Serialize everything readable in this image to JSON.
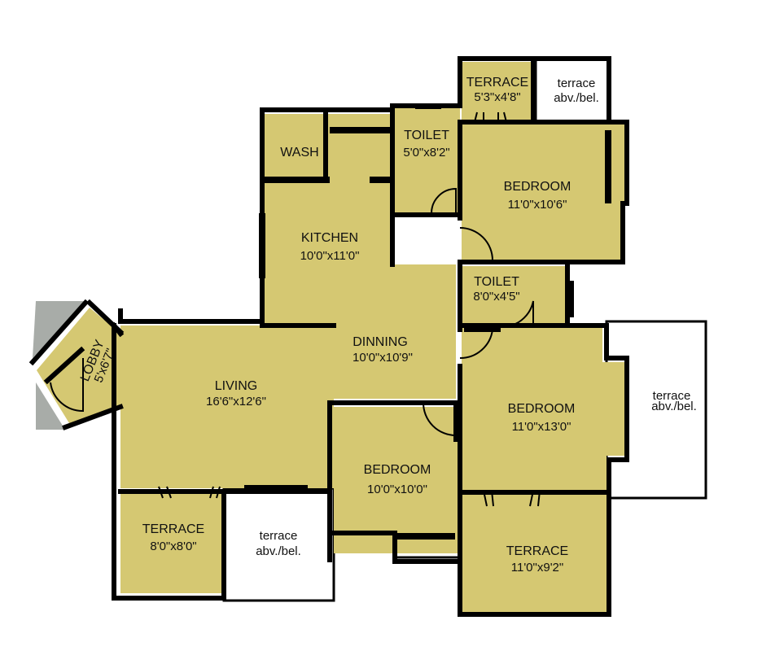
{
  "rooms": {
    "kitchen": {
      "name": "KITCHEN",
      "size": "10'0\"x11'0\""
    },
    "wash": {
      "name": "WASH"
    },
    "toilet_top": {
      "name": "TOILET",
      "size": "5'0\"x8'2\""
    },
    "terrace_top": {
      "name": "TERRACE",
      "size": "5'3\"x4'8\""
    },
    "terrace_top_note": {
      "line1": "terrace",
      "line2": "abv./bel."
    },
    "bedroom_top": {
      "name": "BEDROOM",
      "size": "11'0\"x10'6\""
    },
    "toilet_mid": {
      "name": "TOILET",
      "size": "8'0\"x4'5\""
    },
    "dinning": {
      "name": "DINNING",
      "size": "10'0\"x10'9\""
    },
    "living": {
      "name": "LIVING",
      "size": "16'6\"x12'6\""
    },
    "lobby": {
      "name": "LOBBY",
      "size": "5'x6'7\""
    },
    "bedroom_right": {
      "name": "BEDROOM",
      "size": "11'0\"x13'0\""
    },
    "terrace_right_note": {
      "line1": "terrace",
      "line2": "abv./bel."
    },
    "bedroom_center": {
      "name": "BEDROOM",
      "size": "10'0\"x10'0\""
    },
    "terrace_left": {
      "name": "TERRACE",
      "size": "8'0\"x8'0\""
    },
    "terrace_left_note": {
      "line1": "terrace",
      "line2": "abv./bel."
    },
    "terrace_bottom": {
      "name": "TERRACE",
      "size": "11'0\"x9'2\""
    }
  },
  "colors": {
    "room_fill": "#d5c872",
    "outside_grey": "#a8aca8",
    "wall": "#000000"
  }
}
